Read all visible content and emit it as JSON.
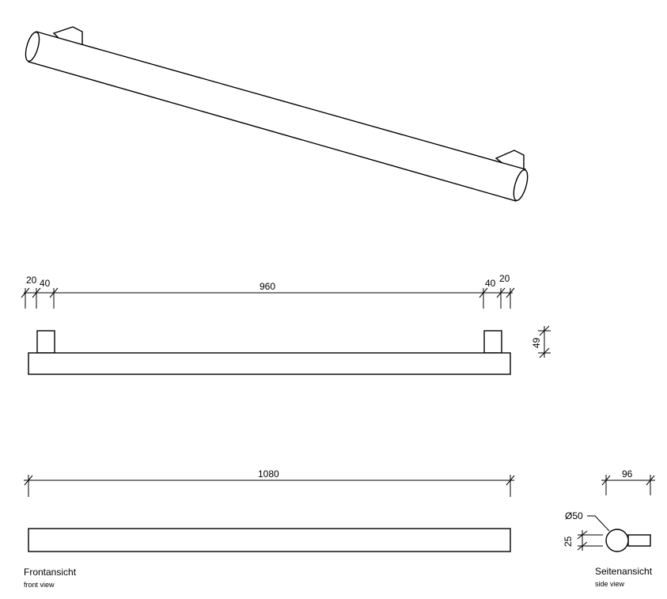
{
  "dimensions": {
    "top_left_end": "20",
    "top_left_bracket": "40",
    "center_distance": "960",
    "top_right_bracket": "40",
    "top_right_end": "20",
    "bracket_height": "49",
    "overall_length": "1080",
    "projection": "96",
    "diameter": "Ø50",
    "axis_offset": "25"
  },
  "labels": {
    "front_de": "Frontansicht",
    "front_en": "front view",
    "side_de": "Seitenansicht",
    "side_en": "side view"
  }
}
